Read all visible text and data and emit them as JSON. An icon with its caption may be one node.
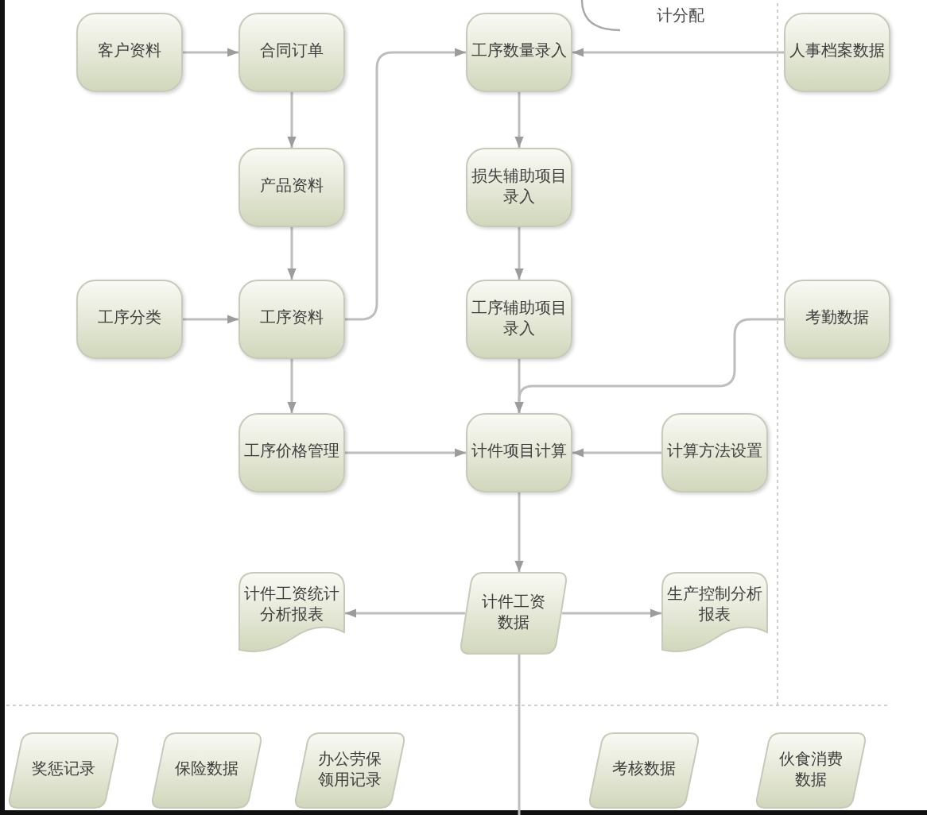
{
  "diagram": {
    "nodes": [
      {
        "text": [
          "客户资料"
        ]
      },
      {
        "text": [
          "合同订单"
        ]
      },
      {
        "text": [
          "工序数量录入"
        ]
      },
      {
        "text": [
          "人事档案数据"
        ]
      },
      {
        "text": [
          "产品资料"
        ]
      },
      {
        "text": [
          "损失辅助项目录入"
        ]
      },
      {
        "text": [
          "工序分类"
        ]
      },
      {
        "text": [
          "工序资料"
        ]
      },
      {
        "text": [
          "工序辅助项目录入"
        ]
      },
      {
        "text": [
          "考勤数据"
        ]
      },
      {
        "text": [
          "工序价格管理"
        ]
      },
      {
        "text": [
          "计件项目计算"
        ]
      },
      {
        "text": [
          "计算方法设置"
        ]
      },
      {
        "text": [
          "计件工资统计分析报表"
        ]
      },
      {
        "text": [
          "计件工资数据"
        ]
      },
      {
        "text": [
          "生产控制分析报表"
        ]
      },
      {
        "text": [
          "奖惩记录"
        ]
      },
      {
        "text": [
          "保险数据"
        ]
      },
      {
        "text": [
          "办公劳保领用记录"
        ]
      },
      {
        "text": [
          "考核数据"
        ]
      },
      {
        "text": [
          "伙食消费数据"
        ]
      }
    ],
    "edges": [
      {
        "from": 0,
        "to": 1,
        "arrow": "to"
      },
      {
        "from": 1,
        "to": 4,
        "arrow": "to"
      },
      {
        "from": 4,
        "to": 7,
        "arrow": "to"
      },
      {
        "from": 6,
        "to": 7,
        "arrow": "to"
      },
      {
        "from": 7,
        "to": 2,
        "arrow": "to"
      },
      {
        "from": 3,
        "to": 2,
        "arrow": "to"
      },
      {
        "from": 2,
        "to": 5,
        "arrow": "to"
      },
      {
        "from": 5,
        "to": 8,
        "arrow": "to"
      },
      {
        "from": 8,
        "to": 11,
        "arrow": "to"
      },
      {
        "from": 9,
        "to": 11,
        "arrow": "to"
      },
      {
        "from": 7,
        "to": 10,
        "arrow": "to"
      },
      {
        "from": 10,
        "to": 11,
        "arrow": "to"
      },
      {
        "from": 12,
        "to": 11,
        "arrow": "to"
      },
      {
        "from": 11,
        "to": 14,
        "arrow": "to"
      },
      {
        "from": 14,
        "to": 13,
        "arrow": "to"
      },
      {
        "from": 14,
        "to": 15,
        "arrow": "to"
      },
      {
        "from": 14,
        "to": null,
        "arrow": "none"
      }
    ],
    "labels": [
      "计分配"
    ]
  }
}
